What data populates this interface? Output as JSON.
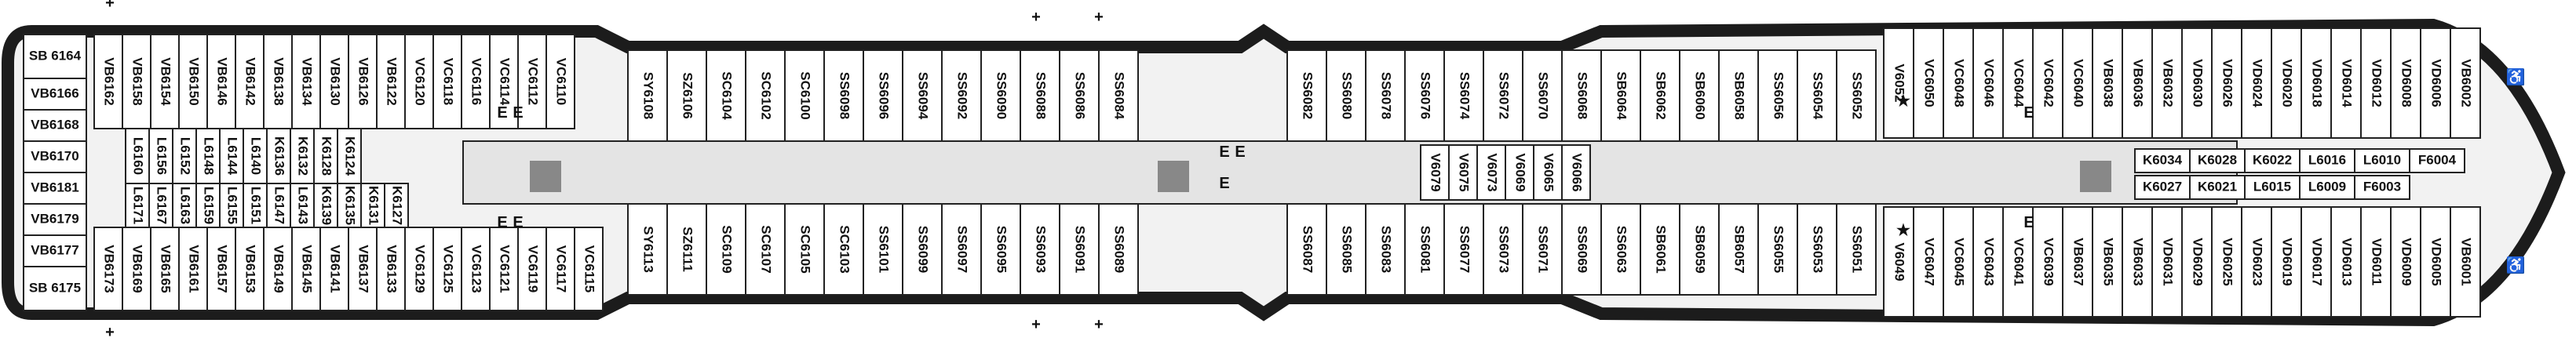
{
  "deck_plan": {
    "colors": {
      "hull": "#1c1c1c",
      "deck_fill": "#f2f2f2",
      "corridor": "#e4e4e4",
      "cabin": "#ffffff",
      "stroke": "#222222"
    },
    "aft": {
      "col_stern_top": [
        "VB6166",
        "VB6168",
        "VB6170",
        "VB6181",
        "VB6179",
        "VB6177"
      ],
      "col_label_top": "SB 6164",
      "col_label_bottom": "SB 6175",
      "top_row": [
        "VB6162",
        "VB6158",
        "VB6154",
        "VB6150",
        "VB6146",
        "VB6142",
        "VB6138",
        "VB6134",
        "VB6130",
        "VB6126",
        "VB6122",
        "VC6120",
        "VC6118",
        "VC6116",
        "VC6114",
        "VC6112",
        "VC6110"
      ],
      "bottom_row": [
        "VB6173",
        "VB6169",
        "VB6165",
        "VB6161",
        "VB6157",
        "VB6153",
        "VB6149",
        "VB6145",
        "VB6141",
        "VB6137",
        "VB6133",
        "VC6129",
        "VC6125",
        "VC6123",
        "VC6121",
        "VC6119",
        "VC6117",
        "VC6115"
      ],
      "inner_top": [
        "L6160",
        "L6156",
        "L6152",
        "L6148",
        "L6144",
        "L6140",
        "K6136",
        "K6132",
        "K6128",
        "K6124"
      ],
      "inner_bottom": [
        "L6171",
        "L6167",
        "L6163",
        "L6159",
        "L6155",
        "L6151",
        "L6147",
        "L6143",
        "K6139",
        "K6135",
        "K6131",
        "K6127"
      ]
    },
    "mid": {
      "top_row": [
        "SY6108",
        "SZ6106",
        "SC6104",
        "SC6102",
        "SC6100",
        "SS6098",
        "SS6096",
        "SS6094",
        "SS6092",
        "SS6090",
        "SS6088",
        "SS6086",
        "SS6084"
      ],
      "bottom_row": [
        "SY6113",
        "SZ6111",
        "SC6109",
        "SC6107",
        "SC6105",
        "SC6103",
        "SS6101",
        "SS6099",
        "SS6097",
        "SS6095",
        "SS6093",
        "SS6091",
        "SS6089"
      ],
      "fwd_top": [
        "SS6082",
        "SS6080",
        "SS6078",
        "SS6076",
        "SS6074",
        "SS6072",
        "SS6070",
        "SS6068",
        "SB6064",
        "SB6062",
        "SB6060",
        "SB6058",
        "SS6056",
        "SS6054",
        "SS6052"
      ],
      "fwd_bottom": [
        "SS6087",
        "SS6085",
        "SS6083",
        "SS6081",
        "SS6077",
        "SS6073",
        "SS6071",
        "SS6069",
        "SS6063",
        "SB6061",
        "SB6059",
        "SB6057",
        "SS6055",
        "SS6053",
        "SS6051"
      ],
      "center": [
        "V6079",
        "V6075",
        "V6073",
        "V6069",
        "V6065",
        "V6066"
      ]
    },
    "forward": {
      "top_row": [
        "V6052",
        "VC6050",
        "VC6048",
        "VC6046",
        "VC6044",
        "VC6042",
        "VC6040",
        "VB6038",
        "VB6036",
        "VB6032",
        "VD6030",
        "VD6026",
        "VD6024",
        "VD6020",
        "VD6018",
        "VD6014",
        "VD6012",
        "VD6008",
        "VD6006",
        "VB6002"
      ],
      "bottom_row": [
        "V6049",
        "VC6047",
        "VC6045",
        "VC6043",
        "VC6041",
        "VC6039",
        "VB6037",
        "VB6035",
        "VB6033",
        "VD6031",
        "VD6029",
        "VD6025",
        "VD6023",
        "VD6019",
        "VD6017",
        "VD6013",
        "VD6011",
        "VD6009",
        "VD6005",
        "VB6001"
      ],
      "inner_top": [
        "K6034",
        "K6028",
        "K6022",
        "L6016",
        "L6010",
        "F6004"
      ],
      "inner_bottom": [
        "K6027",
        "K6021",
        "L6015",
        "L6009",
        "F6003"
      ]
    },
    "symbols": {
      "elevator": "E",
      "cross": "+",
      "star": "★",
      "wheelchair": "♿"
    }
  }
}
